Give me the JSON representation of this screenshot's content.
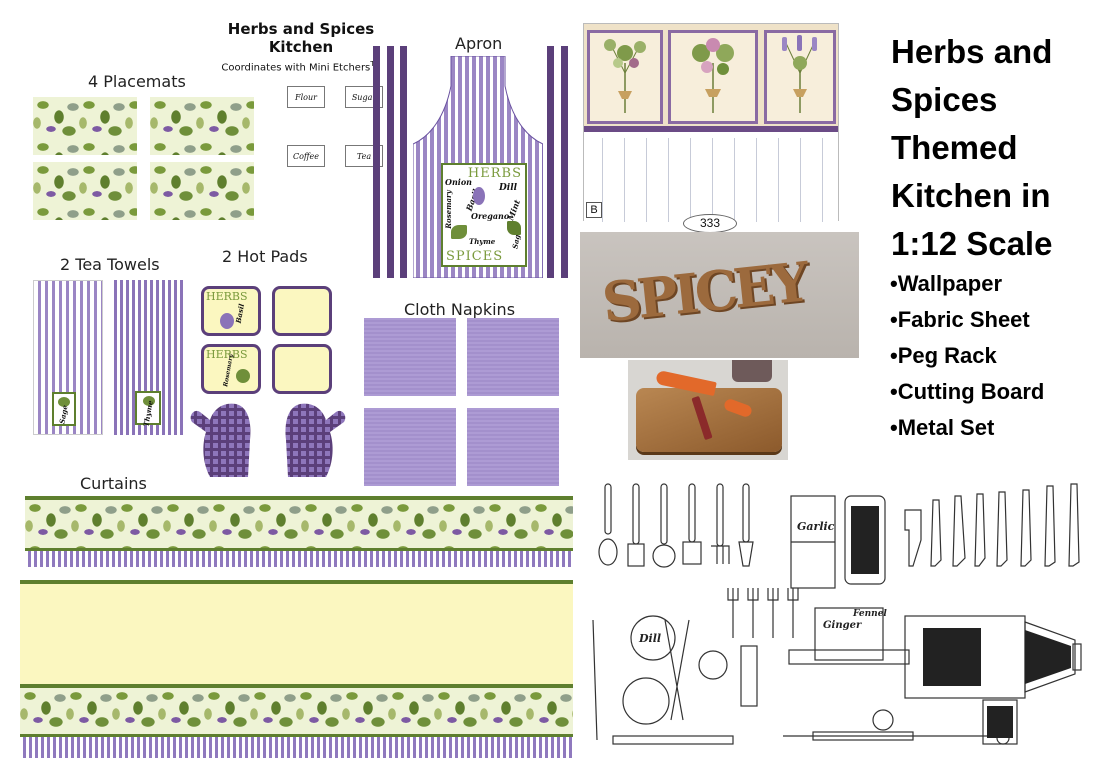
{
  "header": {
    "title": "Herbs and Spices Kitchen",
    "subtitle": "Coordinates with Mini Etchers",
    "trademark": "TM"
  },
  "labels": {
    "placemats": "4 Placemats",
    "apron": "Apron",
    "tea_towels": "2 Tea Towels",
    "hot_pads": "2 Hot Pads",
    "cloth_napkins": "Cloth Napkins",
    "curtains": "Curtains"
  },
  "canisters": [
    "Flour",
    "Sugar",
    "Coffee",
    "Tea"
  ],
  "apron_panel": {
    "top": "HERBS",
    "bottom": "SPICES",
    "herbs": [
      "Onion",
      "Dill",
      "Rosemary",
      "Basil",
      "Oregano",
      "Mint",
      "Thyme",
      "Sage"
    ]
  },
  "hot_pad_panel": {
    "top": "HERBS",
    "herb1": "Basil",
    "herb2": "Rosemary"
  },
  "tea_towel_tags": [
    "Sage",
    "Thyme"
  ],
  "wallpaper": {
    "tag": "B",
    "number": "333"
  },
  "peg_rack": {
    "word": "SPICEY"
  },
  "metal_set_labels": [
    "Garlic",
    "Dill",
    "Ginger",
    "Fennel"
  ],
  "side_title": {
    "lines": [
      "Herbs and",
      "Spices",
      "Themed",
      "Kitchen in",
      "1:12 Scale"
    ]
  },
  "features": [
    "•Wallpaper",
    "•Fabric Sheet",
    "•Peg Rack",
    "•Cutting Board",
    "•Metal Set"
  ],
  "colors": {
    "purple": "#8a73b8",
    "dark_purple": "#5b3f7a",
    "herb_green": "#6f8f3a",
    "cream": "#fbf7c0",
    "wood": "#a26f3d"
  }
}
